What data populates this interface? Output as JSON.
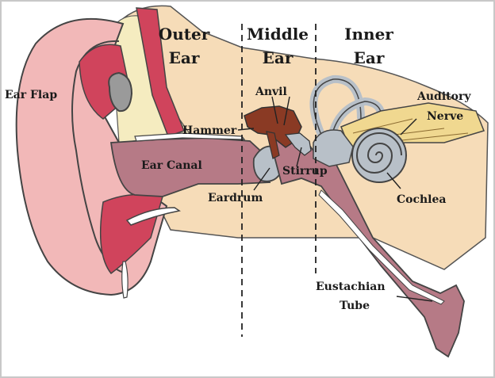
{
  "sections": {
    "outer": [
      "Outer",
      "Ear"
    ],
    "middle": [
      "Middle",
      "Ear"
    ],
    "inner": [
      "Inner",
      "Ear"
    ]
  },
  "labels": {
    "ear_flap": "Ear Flap",
    "anvil": "Anvil",
    "auditory_nerve": [
      "Auditory",
      "Nerve"
    ],
    "hammer": "Hammer",
    "ear_canal": "Ear Canal",
    "stirrup": "Stirrup",
    "eardrum": "Eardrum",
    "cochlea": "Cochlea",
    "eustachian_tube": [
      "Eustachian",
      "Tube"
    ]
  },
  "colors": {
    "skin": "#f2b8b8",
    "cartilage_red": "#d0445c",
    "bone_tan": "#f6dcb8",
    "canal_mauve": "#b67a86",
    "inner_yellow": "#f0d890",
    "ossicle_brown": "#8a3a24",
    "membrane_grey": "#b8c0c8"
  }
}
